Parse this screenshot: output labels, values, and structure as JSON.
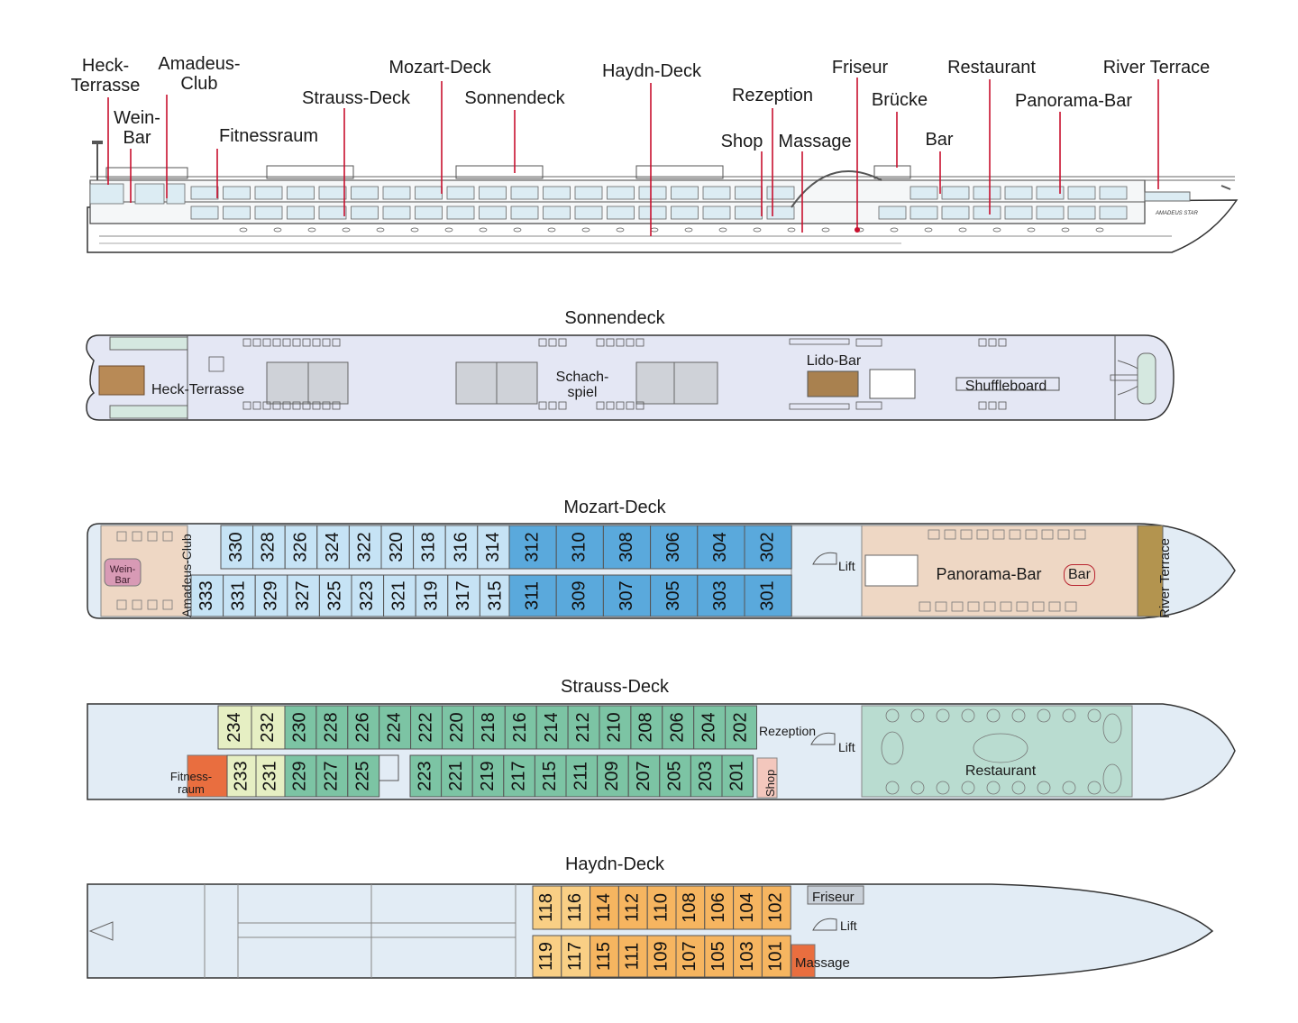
{
  "profile_labels": {
    "heck_terrasse": "Heck-\nTerrasse",
    "amadeus_club": "Amadeus-\nClub",
    "wein_bar": "Wein-\nBar",
    "fitnessraum": "Fitnessraum",
    "strauss_deck": "Strauss-Deck",
    "mozart_deck": "Mozart-Deck",
    "sonnendeck": "Sonnendeck",
    "haydn_deck": "Haydn-Deck",
    "rezeption": "Rezeption",
    "shop": "Shop",
    "massage": "Massage",
    "friseur": "Friseur",
    "bruecke": "Brücke",
    "bar": "Bar",
    "restaurant": "Restaurant",
    "panorama_bar": "Panorama-Bar",
    "river_terrace": "River Terrace",
    "ship_name": "AMADEUS STAR"
  },
  "sonnendeck": {
    "title": "Sonnendeck",
    "heck_terrasse": "Heck-Terrasse",
    "schachspiel_1": "Schach-",
    "schachspiel_2": "spiel",
    "lido_bar": "Lido-Bar",
    "shuffleboard": "Shuffleboard"
  },
  "mozart_deck": {
    "title": "Mozart-Deck",
    "wein_bar_1": "Wein-",
    "wein_bar_2": "Bar",
    "amadeus_club": "Amadeus-Club",
    "lift": "Lift",
    "panorama_bar": "Panorama-Bar",
    "bar": "Bar",
    "river_terrace": "River Terrace",
    "cabins_top": [
      "330",
      "328",
      "326",
      "324",
      "322",
      "320",
      "318",
      "316",
      "314",
      "312",
      "310",
      "308",
      "306",
      "304",
      "302"
    ],
    "cabins_bottom": [
      "333",
      "331",
      "329",
      "327",
      "325",
      "323",
      "321",
      "319",
      "317",
      "315",
      "311",
      "309",
      "307",
      "305",
      "303",
      "301"
    ]
  },
  "strauss_deck": {
    "title": "Strauss-Deck",
    "fitness_1": "Fitness-",
    "fitness_2": "raum",
    "rezeption": "Rezeption",
    "lift": "Lift",
    "shop": "Shop",
    "restaurant": "Restaurant",
    "cabins_top": [
      "234",
      "232",
      "230",
      "228",
      "226",
      "224",
      "222",
      "220",
      "218",
      "216",
      "214",
      "212",
      "210",
      "208",
      "206",
      "204",
      "202"
    ],
    "cabins_bottom": [
      "233",
      "231",
      "229",
      "227",
      "225",
      "223",
      "221",
      "219",
      "217",
      "215",
      "211",
      "209",
      "207",
      "205",
      "203",
      "201"
    ]
  },
  "haydn_deck": {
    "title": "Haydn-Deck",
    "friseur": "Friseur",
    "lift": "Lift",
    "massage": "Massage",
    "cabins_top": [
      "118",
      "116",
      "114",
      "112",
      "110",
      "108",
      "106",
      "104",
      "102"
    ],
    "cabins_bottom": [
      "119",
      "117",
      "115",
      "111",
      "109",
      "107",
      "105",
      "103",
      "101"
    ]
  },
  "colors": {
    "deck_fill": "#e2ecf5",
    "sun_deck_fill": "#e4e7f4",
    "cabin_light_blue": "#c6e3f5",
    "cabin_blue": "#5aa9dc",
    "cabin_green": "#7cc4a4",
    "cabin_light_green": "#e6efc3",
    "cabin_orange": "#f6b560",
    "cabin_light_orange": "#f9cf85",
    "fitness_red": "#e96e3f",
    "lounge_beige": "#eed7c4",
    "restaurant_green": "#b9dcd0",
    "pointer_red": "#c8102e"
  }
}
